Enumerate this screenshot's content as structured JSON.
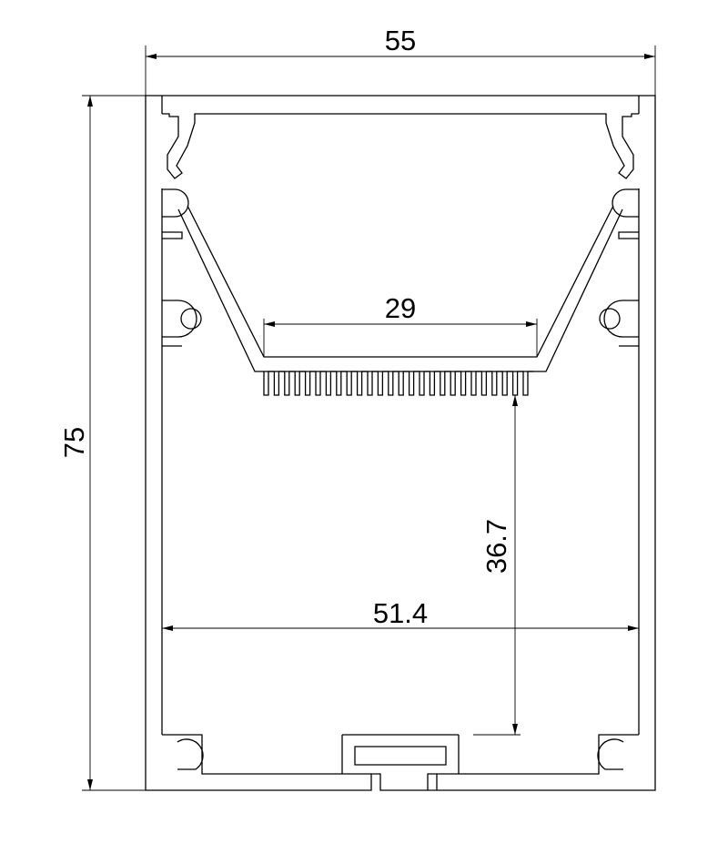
{
  "drawing": {
    "dimensions": {
      "overall_width": "55",
      "overall_height": "75",
      "lens_width": "29",
      "inner_width": "51.4",
      "chamber_height": "36.7"
    }
  }
}
